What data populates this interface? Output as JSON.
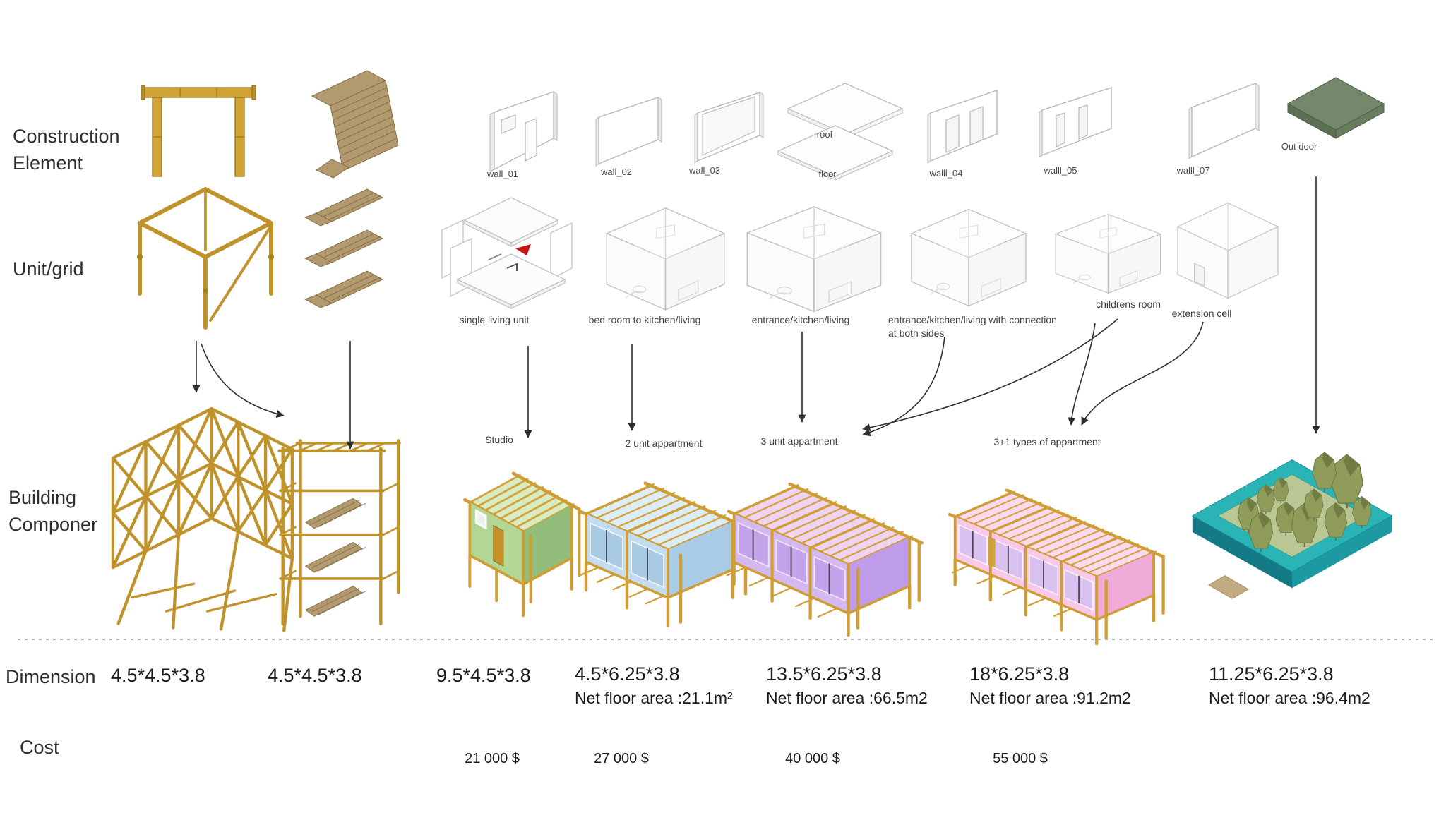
{
  "row_labels": {
    "construction": [
      "Construction",
      "Element"
    ],
    "unit_grid": "Unit/grid",
    "building": [
      "Building",
      "Componer"
    ],
    "dimension": "Dimension",
    "cost": "Cost"
  },
  "construction_row": {
    "wall_01": "wall_01",
    "wall_02": "wall_02",
    "wall_03": "wall_03",
    "roof": "roof",
    "floor": "floor",
    "wall_04": "walll_04",
    "wall_05": "walll_05",
    "wall_07": "walll_07",
    "out_door": "Out door"
  },
  "unit_row": {
    "single_living_unit": "single living unit",
    "bedroom_kitchen_living": "bed room to kitchen/living",
    "entrance_kitchen_living": "entrance/kitchen/living",
    "entrance_connection_1": "entrance/kitchen/living with connection",
    "entrance_connection_2": "at both sides",
    "childrens_room": "childrens room",
    "extension_cell": "extension cell"
  },
  "building_row": {
    "studio": "Studio",
    "two_unit": "2 unit appartment",
    "three_unit": "3 unit appartment",
    "three_plus_one": "3+1 types of appartment"
  },
  "dimension_row": {
    "values": [
      {
        "size": "4.5*4.5*3.8",
        "area": ""
      },
      {
        "size": "4.5*4.5*3.8",
        "area": ""
      },
      {
        "size": "9.5*4.5*3.8",
        "area": ""
      },
      {
        "size": "4.5*6.25*3.8",
        "area": "Net floor area :21.1m²"
      },
      {
        "size": "13.5*6.25*3.8",
        "area": "Net floor area :66.5m2"
      },
      {
        "size": "18*6.25*3.8",
        "area": "Net floor area :91.2m2"
      },
      {
        "size": "11.25*6.25*3.8",
        "area": "Net floor area :96.4m2"
      }
    ]
  },
  "cost_row": {
    "values": [
      "21 000 $",
      "27 000 $",
      "40 000 $",
      "55 000 $"
    ]
  },
  "colors": {
    "timber_gold": "#c5952d",
    "stair_tan": "#b29a6e",
    "wireframe_gray": "#c2c2c2",
    "studio_green": "#b2d795",
    "two_unit_blue": "#c3dcf0",
    "three_unit_purple": "#d4b9f1",
    "three_plus_one_pink": "#f8c8e8",
    "site_teal": "#2ab4b6",
    "tree_olive": "#8f9b58",
    "outdoor_slab_green": "#73886b",
    "arrow_black": "#2e2e2e"
  }
}
